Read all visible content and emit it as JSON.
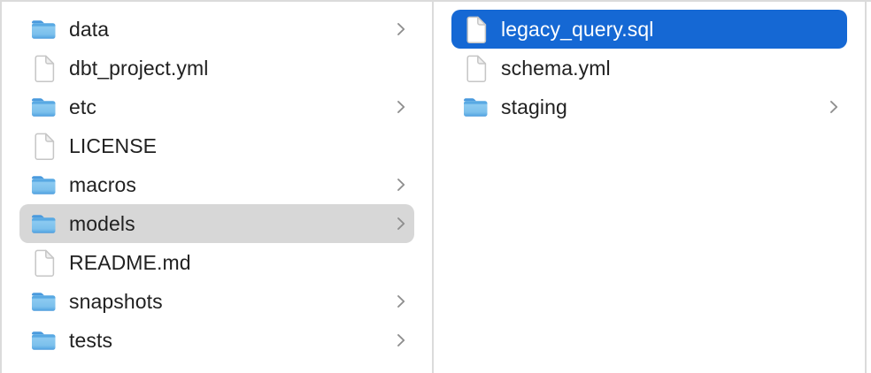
{
  "window": {
    "kind": "finder-column-browser"
  },
  "colors": {
    "selection_blue": "#1568d4",
    "selection_gray": "#d7d7d7",
    "divider": "#dbdbdb",
    "text": "#212121",
    "selected_text": "#ffffff",
    "chevron": "#8e8e8e",
    "folder_blue_light": "#86c7ee",
    "folder_blue_dark": "#4796da"
  },
  "icons": {
    "folder": "folder-icon",
    "file": "document-icon",
    "chevron": "chevron-right-icon"
  },
  "columns": {
    "left": {
      "items": [
        {
          "label": "data",
          "icon": "folder",
          "chevron": true,
          "selected": false
        },
        {
          "label": "dbt_project.yml",
          "icon": "file",
          "chevron": false,
          "selected": false
        },
        {
          "label": "etc",
          "icon": "folder",
          "chevron": true,
          "selected": false
        },
        {
          "label": "LICENSE",
          "icon": "file",
          "chevron": false,
          "selected": false
        },
        {
          "label": "macros",
          "icon": "folder",
          "chevron": true,
          "selected": false
        },
        {
          "label": "models",
          "icon": "folder",
          "chevron": true,
          "selected": "gray"
        },
        {
          "label": "README.md",
          "icon": "file",
          "chevron": false,
          "selected": false
        },
        {
          "label": "snapshots",
          "icon": "folder",
          "chevron": true,
          "selected": false
        },
        {
          "label": "tests",
          "icon": "folder",
          "chevron": true,
          "selected": false
        }
      ]
    },
    "right": {
      "items": [
        {
          "label": "legacy_query.sql",
          "icon": "file",
          "chevron": false,
          "selected": "blue"
        },
        {
          "label": "schema.yml",
          "icon": "file",
          "chevron": false,
          "selected": false
        },
        {
          "label": "staging",
          "icon": "folder",
          "chevron": true,
          "selected": false
        }
      ]
    }
  }
}
